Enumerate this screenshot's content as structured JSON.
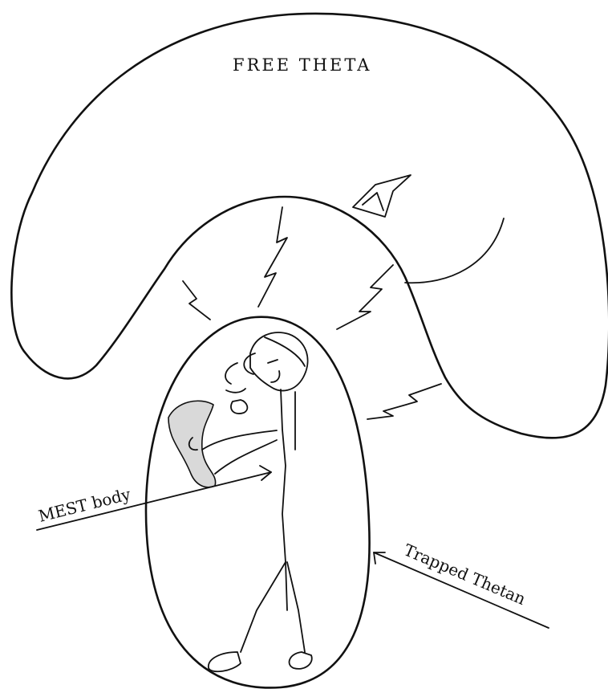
{
  "diagram": {
    "title": "FREE THETA",
    "labels": {
      "body": "MEST body",
      "thetan": "Trapped Thetan"
    },
    "colors": {
      "ink": "#111111",
      "paper": "#ffffff",
      "shading": "#d9d9d9"
    }
  }
}
